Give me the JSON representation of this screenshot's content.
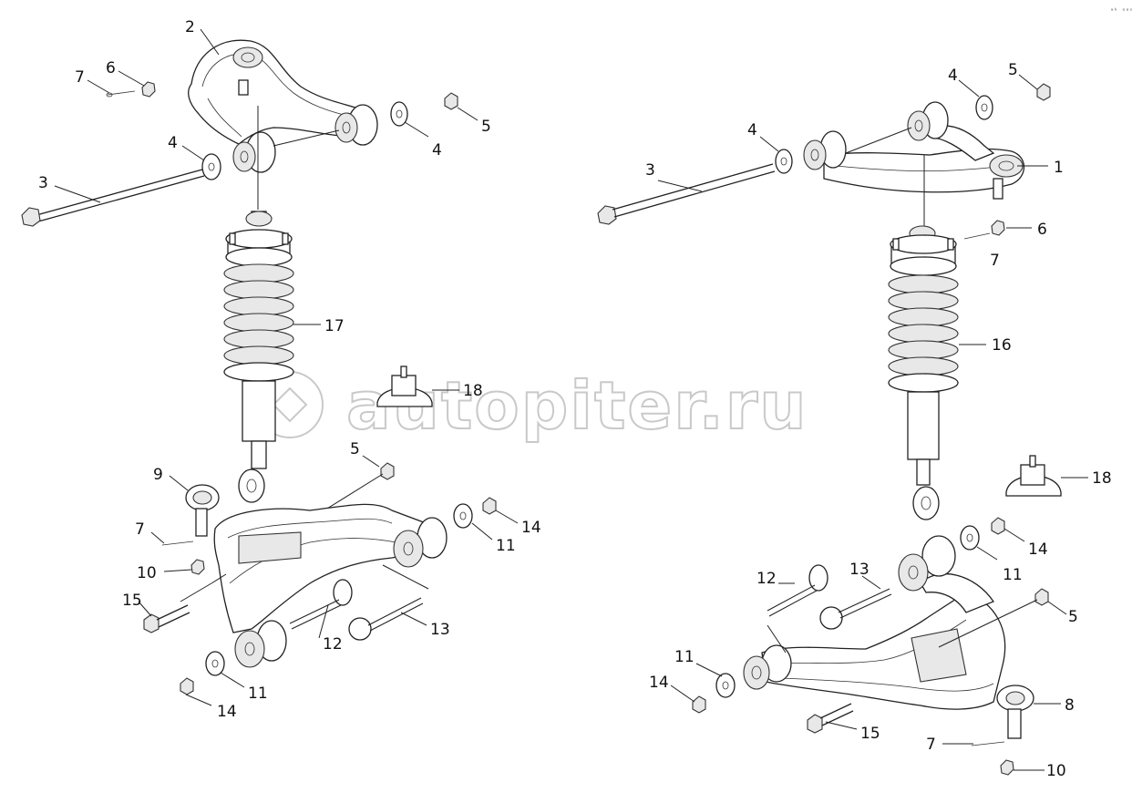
{
  "watermark": "autopiter.ru",
  "corner_code": "ᵃᵏ ᵅᵃᵅ",
  "labels": {
    "n1": "1",
    "n2": "2",
    "n3": "3",
    "n4": "4",
    "n5": "5",
    "n6": "6",
    "n7": "7",
    "n8": "8",
    "n9": "9",
    "n10": "10",
    "n11": "11",
    "n12": "12",
    "n13": "13",
    "n14": "14",
    "n15": "15",
    "n16": "16",
    "n17": "17",
    "n18": "18"
  }
}
